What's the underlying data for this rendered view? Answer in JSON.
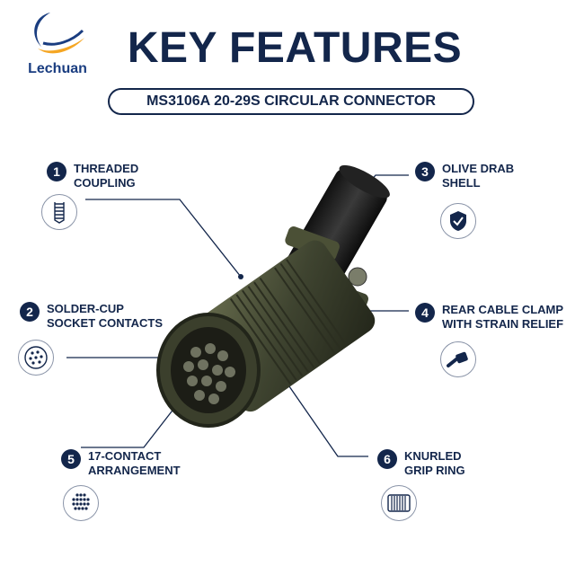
{
  "brand": {
    "name": "Lechuan"
  },
  "header": {
    "title": "KEY FEATURES",
    "subtitle": "MS3106A 20-29S CIRCULAR CONNECTOR"
  },
  "features": [
    {
      "number": "1",
      "line1": "THREADED",
      "line2": "COUPLING",
      "icon": "threaded-screw-icon"
    },
    {
      "number": "2",
      "line1": "SOLDER-CUP",
      "line2": "SOCKET CONTACTS",
      "icon": "socket-contacts-icon"
    },
    {
      "number": "3",
      "line1": "OLIVE DRAB",
      "line2": "SHELL",
      "icon": "shield-check-icon"
    },
    {
      "number": "4",
      "line1": "REAR CABLE CLAMP",
      "line2": "WITH STRAIN RELIEF",
      "icon": "cable-clamp-icon"
    },
    {
      "number": "5",
      "line1": "17-CONTACT",
      "line2": "ARRANGEMENT",
      "icon": "contact-pattern-icon"
    },
    {
      "number": "6",
      "line1": "KNURLED",
      "line2": "GRIP RING",
      "icon": "knurled-ring-icon"
    }
  ],
  "colors": {
    "navy": "#13264b",
    "olive": "#4a4f36",
    "accent_orange": "#f5a623",
    "accent_blue": "#1a3d80"
  }
}
